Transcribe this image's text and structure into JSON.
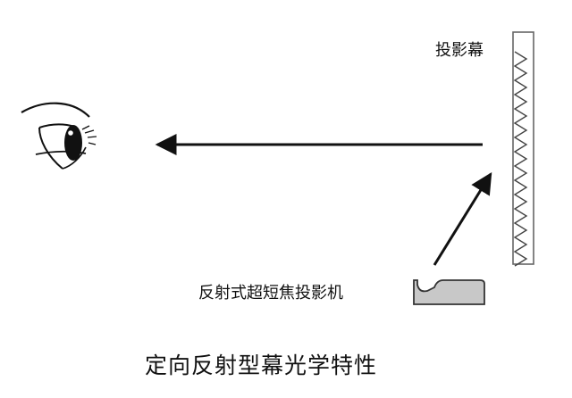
{
  "labels": {
    "screen": "投影幕",
    "projector": "反射式超短焦投影机",
    "caption": "定向反射型幕光学特性"
  },
  "colors": {
    "line": "#111111",
    "screen_fill": "#ffffff",
    "projector_fill": "#c8c8c8",
    "projector_stroke": "#333333"
  },
  "icons": {
    "eye": "eye-icon",
    "projector": "projector-icon",
    "screen": "projection-screen-icon"
  }
}
